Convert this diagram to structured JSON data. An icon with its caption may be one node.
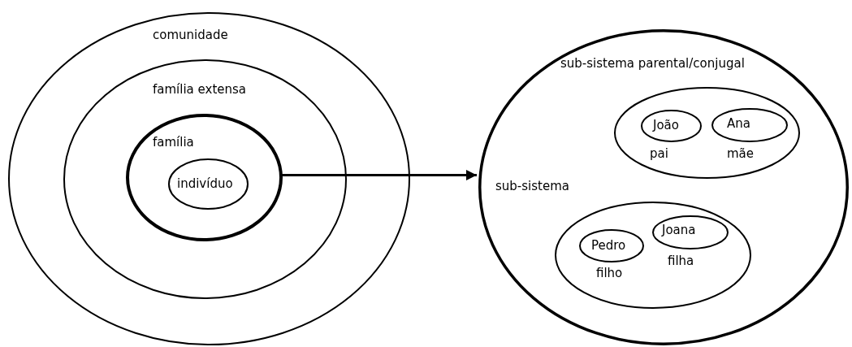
{
  "diagram": {
    "nodes": [
      {
        "text": [
          "comunidade"
        ]
      },
      {
        "text": [
          "família extensa"
        ],
        "in": 0
      },
      {
        "text": [
          "família"
        ],
        "in": 1
      },
      {
        "text": [
          "indivíduo"
        ],
        "in": 2
      },
      {
        "text": [],
        "shape": "ellipse"
      },
      {
        "text": [
          "sub-sistema parental/conjugal"
        ],
        "in": 4
      },
      {
        "text": [
          "João"
        ],
        "beside": [
          "pai"
        ],
        "in": 5
      },
      {
        "text": [
          "Ana"
        ],
        "beside": [
          "mãe"
        ],
        "in": 5
      },
      {
        "text": [
          "sub-sistema"
        ],
        "in": 4
      },
      {
        "text": [
          "Pedro"
        ],
        "beside": [
          "filho"
        ],
        "in": 8
      },
      {
        "text": [
          "Joana"
        ],
        "beside": [
          "filha"
        ],
        "in": 8
      }
    ],
    "edges": [
      {
        "from": 2,
        "to": 4,
        "arrow": "to"
      }
    ]
  }
}
